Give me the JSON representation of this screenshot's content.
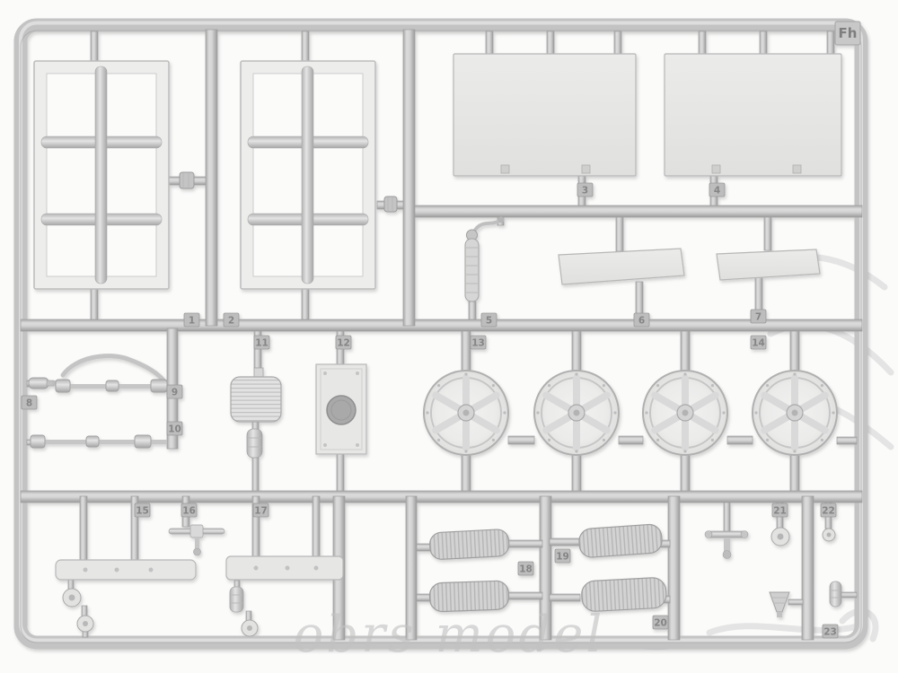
{
  "image": {
    "type": "photo of a plastic model-kit sprue (injection moulded runner with parts)",
    "sprue_code": "Fh"
  },
  "watermark": {
    "text": "obrs model"
  },
  "colors": {
    "background": "#fbfbfa",
    "runner": "#c9c9c9",
    "part": "#e9e9e9",
    "tag": "#bdbdbd",
    "tag_text": "#858585",
    "watermark": "#c2c2c2"
  },
  "tags": {
    "n1": "1",
    "n2": "2",
    "n3": "3",
    "n4": "4",
    "n5": "5",
    "n6": "6",
    "n7": "7",
    "n8": "8",
    "n9": "9",
    "n10": "10",
    "n11": "11",
    "n12": "12",
    "n13": "13",
    "n14": "14",
    "n15": "15",
    "n16": "16",
    "n17": "17",
    "n18": "18",
    "n19": "19",
    "n20": "20",
    "n21": "21",
    "n22": "22",
    "n23": "23"
  }
}
